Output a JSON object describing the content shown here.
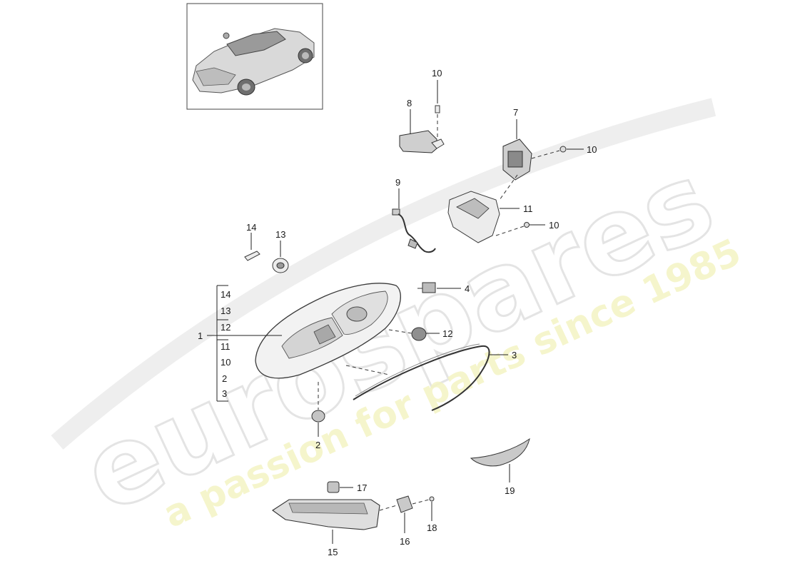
{
  "watermark": {
    "brand": "eurospares",
    "tagline": "a passion for parts since 1985"
  },
  "callouts": {
    "c1": "1",
    "c2": "2",
    "c3": "3",
    "c4": "4",
    "c7": "7",
    "c8": "8",
    "c9": "9",
    "c10a": "10",
    "c10b": "10",
    "c10c": "10",
    "c11": "11",
    "c12": "12",
    "c13": "13",
    "c14": "14",
    "c15": "15",
    "c16": "16",
    "c17": "17",
    "c18": "18",
    "c19": "19"
  },
  "assembly_bracket": {
    "items": [
      "14",
      "13",
      "12",
      "11",
      "10",
      "2",
      "3"
    ]
  },
  "icons": {
    "thumbnail": "car-thumbnail-icon",
    "headlight": "headlight-icon"
  }
}
